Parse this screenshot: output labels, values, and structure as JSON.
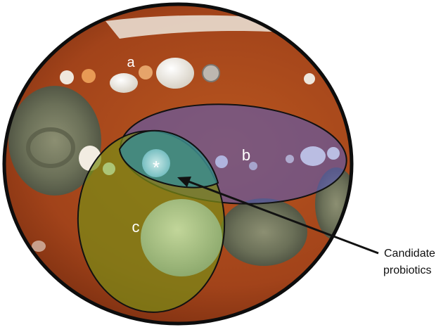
{
  "diagram": {
    "labels": {
      "a": "a",
      "b": "b",
      "c": "c",
      "star": "*"
    },
    "callout": {
      "line1": "Candidate",
      "line2": "probiotics"
    },
    "colors": {
      "agar": "#a8461a",
      "dish_border": "#0d0d0d",
      "region_b_fill": "#5a5ab4",
      "region_c_fill": "#7a8a16",
      "overlap_fill": "#3c8c8c",
      "label_text": "#ffffff",
      "callout_text": "#111111"
    }
  }
}
